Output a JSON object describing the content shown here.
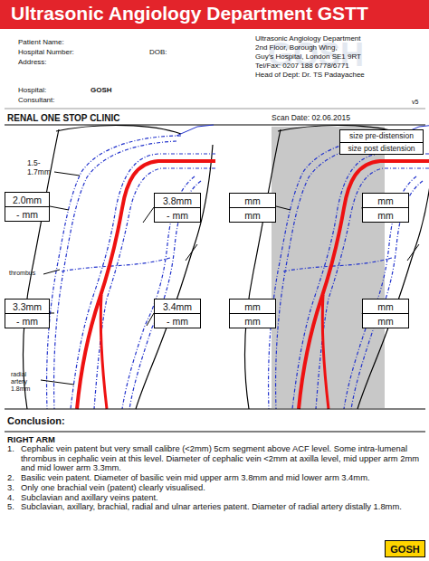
{
  "diagram": {
    "title": "Ultrasonic Angiology Department GSTT",
    "nodes": [
      {
        "text": [
          "size pre-distension",
          "size post distension"
        ]
      },
      {
        "text": [
          "2.0mm",
          "- mm"
        ]
      },
      {
        "text": [
          "3.8mm",
          "- mm"
        ]
      },
      {
        "text": [
          "3.3mm",
          "- mm"
        ]
      },
      {
        "text": [
          "3.4mm",
          "- mm"
        ]
      },
      {
        "text": [
          "mm",
          "mm"
        ]
      },
      {
        "text": [
          "mm",
          "mm"
        ]
      },
      {
        "text": [
          "mm",
          "mm"
        ]
      },
      {
        "text": [
          "mm",
          "mm"
        ]
      },
      {
        "text": [
          "GOSH"
        ]
      }
    ],
    "labels": [
      "Patient Name:",
      "Hospital Number:",
      "DOB:",
      "Address:",
      "Hospital:",
      "GOSH",
      "Consultant:",
      "Ultrasonic Angiology Department",
      "2nd Floor, Borough Wing,",
      "Guy's Hospital, London SE1 9RT",
      "Tel/Fax: 0207 188 6778/6771",
      "Head of Dept: Dr. TS Padayachee",
      "GOSH",
      "v5",
      "RENAL ONE STOP CLINIC",
      "Scan Date: 02.06.2015",
      "1.5- 1.7mm",
      "thrombus",
      "radial artery 1.8mm",
      "Conclusion:",
      "RIGHT ARM",
      "1.",
      "Cephalic vein patent but very small calibre (<2mm) 5cm segment above ACF level. Some intra-lumenal thrombus in cephalic vein at this level. Diameter of cephalic vein <2mm at axilla level, mid upper arm 2mm and mid lower arm 3.3mm.",
      "2.",
      "Basilic vein patent. Diameter of basilic vein mid upper arm 3.8mm and mid lower arm 3.4mm.",
      "3.",
      "Only one brachial vein (patent) clearly visualised.",
      "4.",
      "Subclavian and axillary veins patent.",
      "5.",
      "Subclavian, axillary, brachial, radial and ulnar arteries patent. Diameter of radial artery distally 1.8mm."
    ]
  }
}
